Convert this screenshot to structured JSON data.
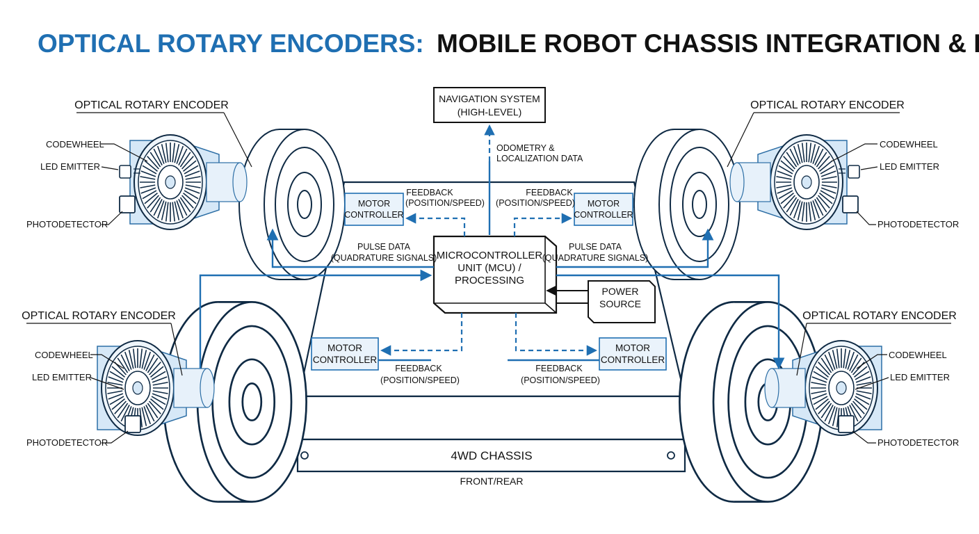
{
  "title": {
    "part1": "OPTICAL ROTARY ENCODERS:",
    "part2": "MOBILE ROBOT CHASSIS INTEGRATION & DATA FLOW"
  },
  "navigation": {
    "line1": "NAVIGATION SYSTEM",
    "line2": "(HIGH-LEVEL)"
  },
  "odometry": {
    "line1": "ODOMETRY &",
    "line2": "LOCALIZATION DATA"
  },
  "mcu": {
    "line1": "MICROCONTROLLER",
    "line2": "UNIT (MCU) /",
    "line3": "PROCESSING"
  },
  "power": {
    "line1": "POWER",
    "line2": "SOURCE"
  },
  "chassis": {
    "label": "4WD CHASSIS",
    "sub": "FRONT/REAR"
  },
  "motor_controller": {
    "line1": "MOTOR",
    "line2": "CONTROLLER"
  },
  "feedback": {
    "line1": "FEEDBACK",
    "line2": "(POSITION/SPEED)"
  },
  "pulse": {
    "line1": "PULSE DATA",
    "line2": "(QUADRATURE SIGNALS)"
  },
  "encoder": {
    "title": "OPTICAL ROTARY ENCODER",
    "codewheel": "CODEWHEEL",
    "led": "LED EMITTER",
    "photodetector": "PHOTODETECTOR"
  },
  "colors": {
    "accent": "#1f6fb2",
    "ink": "#0f2a44",
    "soft_blue": "#d6e8f7"
  }
}
